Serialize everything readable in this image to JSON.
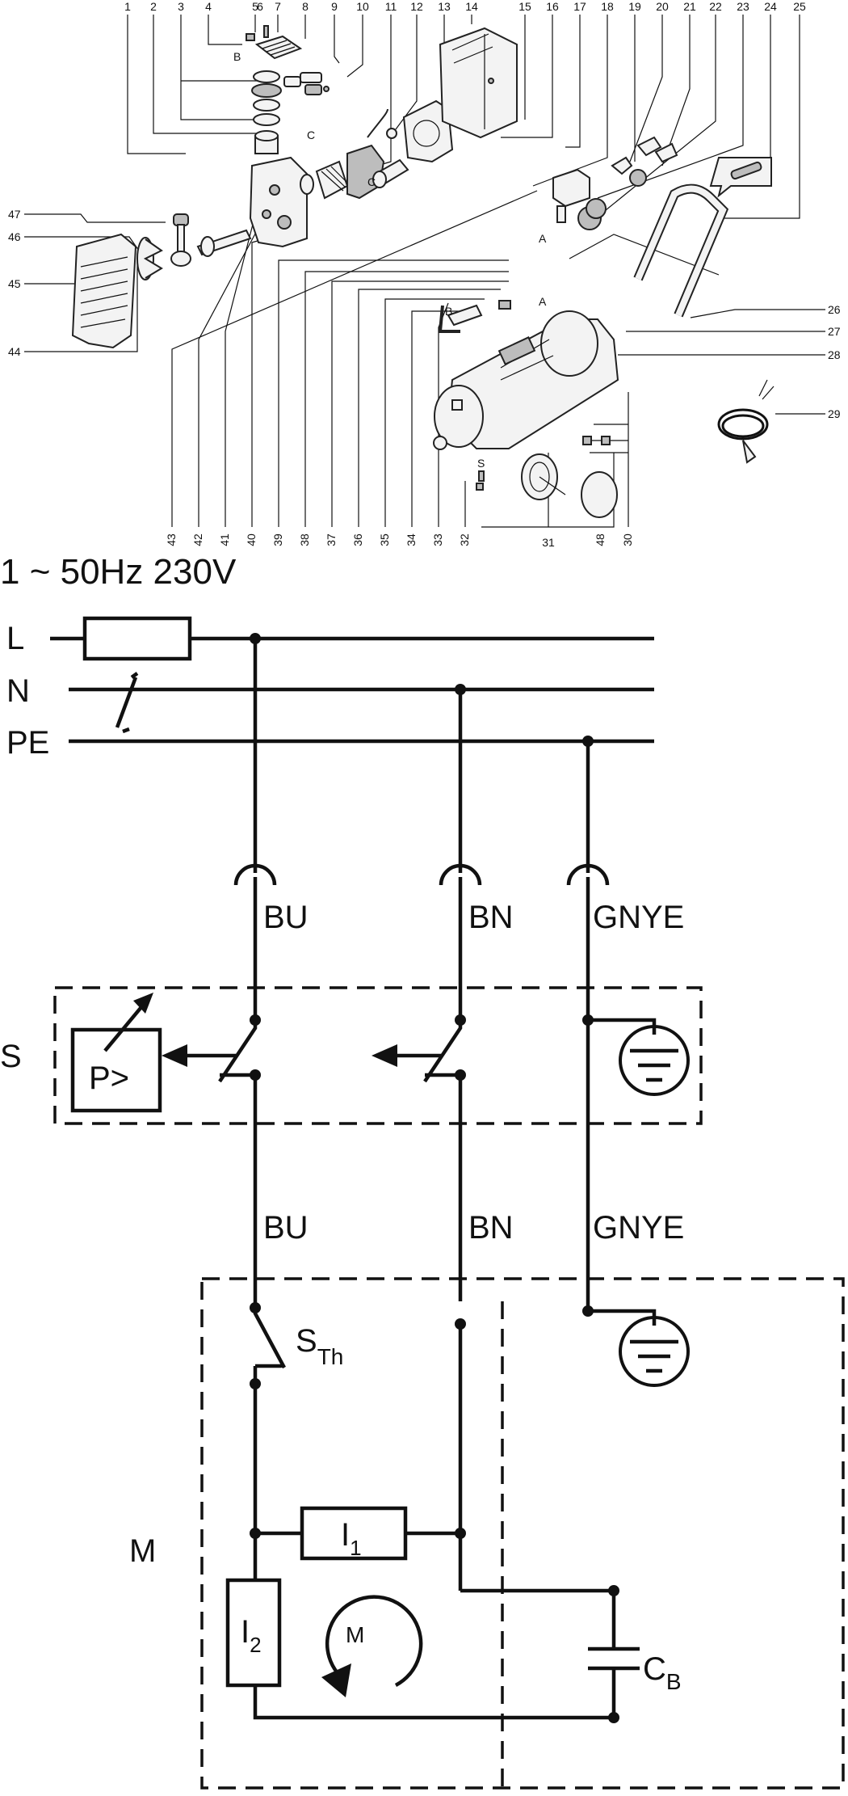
{
  "parts_diagram": {
    "top_callouts": [
      "1",
      "2",
      "3",
      "4",
      "5",
      "6",
      "7",
      "8",
      "9",
      "10",
      "11",
      "12",
      "13",
      "14",
      "15",
      "16",
      "17",
      "18",
      "19",
      "20",
      "21",
      "22",
      "23",
      "24",
      "25"
    ],
    "right_callouts": [
      "26",
      "27",
      "28",
      "29"
    ],
    "bottom_callouts": [
      "43",
      "42",
      "41",
      "40",
      "39",
      "38",
      "37",
      "36",
      "35",
      "34",
      "33",
      "32",
      "31",
      "48",
      "30"
    ],
    "left_callouts": [
      "47",
      "46",
      "45",
      "44"
    ],
    "inline_letters": {
      "b_top": "B",
      "c_upper": "C",
      "c_lower": "C",
      "a_pump": "A",
      "a_tank": "A",
      "b_tank": "B",
      "s_tank": "S"
    }
  },
  "schematic": {
    "title": "1 ~ 50Hz 230V",
    "rails": {
      "l": "L",
      "n": "N",
      "pe": "PE"
    },
    "wire_labels_top": {
      "bu": "BU",
      "bn": "BN",
      "gnye": "GNYE"
    },
    "wire_labels_mid": {
      "bu": "BU",
      "bn": "BN",
      "gnye": "GNYE"
    },
    "switch_box_label": "S",
    "pressure_switch_text": "P>",
    "motor_box_label": "M",
    "thermal_switch": {
      "main": "S",
      "sub": "Th"
    },
    "winding_1": {
      "main": "I",
      "sub": "1"
    },
    "winding_2": {
      "main": "I",
      "sub": "2"
    },
    "motor_symbol_text": "M",
    "capacitor": {
      "main": "C",
      "sub": "B"
    }
  }
}
